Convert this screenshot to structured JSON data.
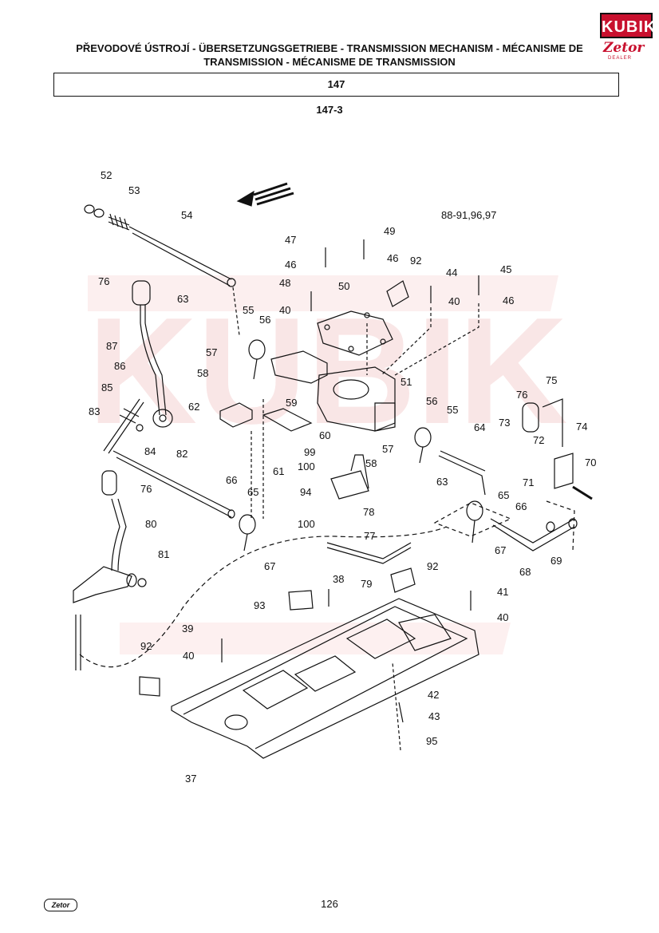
{
  "header": {
    "title_line1": "PŘEVODOVÉ ÚSTROJÍ - ÜBERSETZUNGSGETRIEBE - TRANSMISSION MECHANISM - MÉCANISME DE",
    "title_line2": "TRANSMISSION - MÉCANISME DE TRANSMISSION",
    "group": "147",
    "figure": "147-3"
  },
  "logo": {
    "brand": "KUBIK",
    "make": "Zetor",
    "sub": "DEALER"
  },
  "watermark": {
    "text": "KUBIK",
    "color": "#f2c6c6"
  },
  "colors": {
    "line": "#111111",
    "accent": "#c8102e"
  },
  "callouts": [
    {
      "label": "52"
    },
    {
      "label": "53"
    },
    {
      "label": "54"
    },
    {
      "label": "76"
    },
    {
      "label": "63"
    },
    {
      "label": "87"
    },
    {
      "label": "55"
    },
    {
      "label": "56"
    },
    {
      "label": "57"
    },
    {
      "label": "58"
    },
    {
      "label": "86"
    },
    {
      "label": "85"
    },
    {
      "label": "83"
    },
    {
      "label": "84"
    },
    {
      "label": "82"
    },
    {
      "label": "76"
    },
    {
      "label": "80"
    },
    {
      "label": "81"
    },
    {
      "label": "66"
    },
    {
      "label": "65"
    },
    {
      "label": "67"
    },
    {
      "label": "62"
    },
    {
      "label": "59"
    },
    {
      "label": "60"
    },
    {
      "label": "61"
    },
    {
      "label": "47"
    },
    {
      "label": "46"
    },
    {
      "label": "48"
    },
    {
      "label": "40"
    },
    {
      "label": "49"
    },
    {
      "label": "46"
    },
    {
      "label": "50"
    },
    {
      "label": "92"
    },
    {
      "label": "44"
    },
    {
      "label": "40"
    },
    {
      "label": "45"
    },
    {
      "label": "46"
    },
    {
      "label": "88-91,96,97"
    },
    {
      "label": "51"
    },
    {
      "label": "56"
    },
    {
      "label": "55"
    },
    {
      "label": "57"
    },
    {
      "label": "58"
    },
    {
      "label": "99"
    },
    {
      "label": "100"
    },
    {
      "label": "94"
    },
    {
      "label": "78"
    },
    {
      "label": "100"
    },
    {
      "label": "77"
    },
    {
      "label": "63"
    },
    {
      "label": "64"
    },
    {
      "label": "73"
    },
    {
      "label": "72"
    },
    {
      "label": "76"
    },
    {
      "label": "75"
    },
    {
      "label": "74"
    },
    {
      "label": "70"
    },
    {
      "label": "71"
    },
    {
      "label": "65"
    },
    {
      "label": "66"
    },
    {
      "label": "67"
    },
    {
      "label": "68"
    },
    {
      "label": "69"
    },
    {
      "label": "79"
    },
    {
      "label": "92"
    },
    {
      "label": "38"
    },
    {
      "label": "93"
    },
    {
      "label": "41"
    },
    {
      "label": "40"
    },
    {
      "label": "39"
    },
    {
      "label": "40"
    },
    {
      "label": "92"
    },
    {
      "label": "42"
    },
    {
      "label": "43"
    },
    {
      "label": "95"
    },
    {
      "label": "37"
    }
  ],
  "footer": {
    "page": "126",
    "logo": "Zetor"
  }
}
